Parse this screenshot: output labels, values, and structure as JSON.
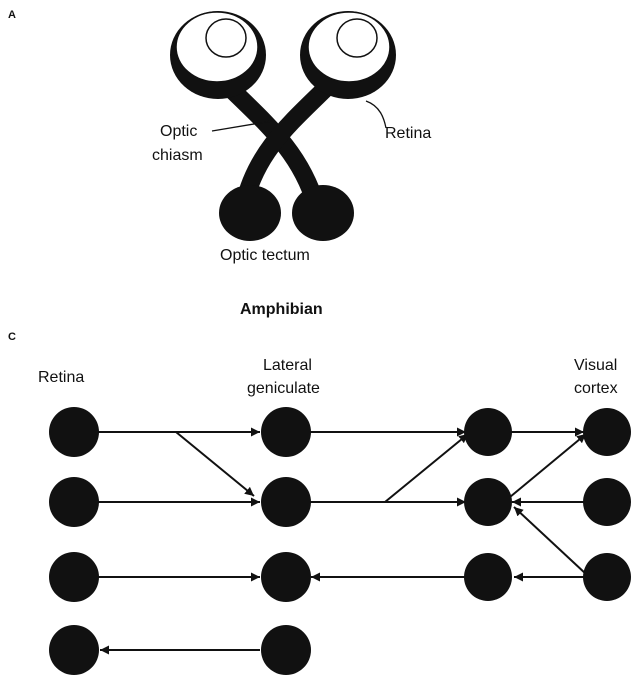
{
  "panel_a": {
    "letter": "A",
    "labels": {
      "optic_line1": "Optic",
      "optic_line2": "chiasm",
      "retina": "Retina",
      "tectum": "Optic tectum"
    },
    "caption": "Amphibian"
  },
  "panel_c": {
    "letter": "C",
    "headers": {
      "retina": "Retina",
      "lgn_line1": "Lateral",
      "lgn_line2": "geniculate",
      "cortex_line1": "Visual",
      "cortex_line2": "cortex"
    }
  },
  "colors": {
    "ink": "#111111",
    "background": "#ffffff"
  }
}
